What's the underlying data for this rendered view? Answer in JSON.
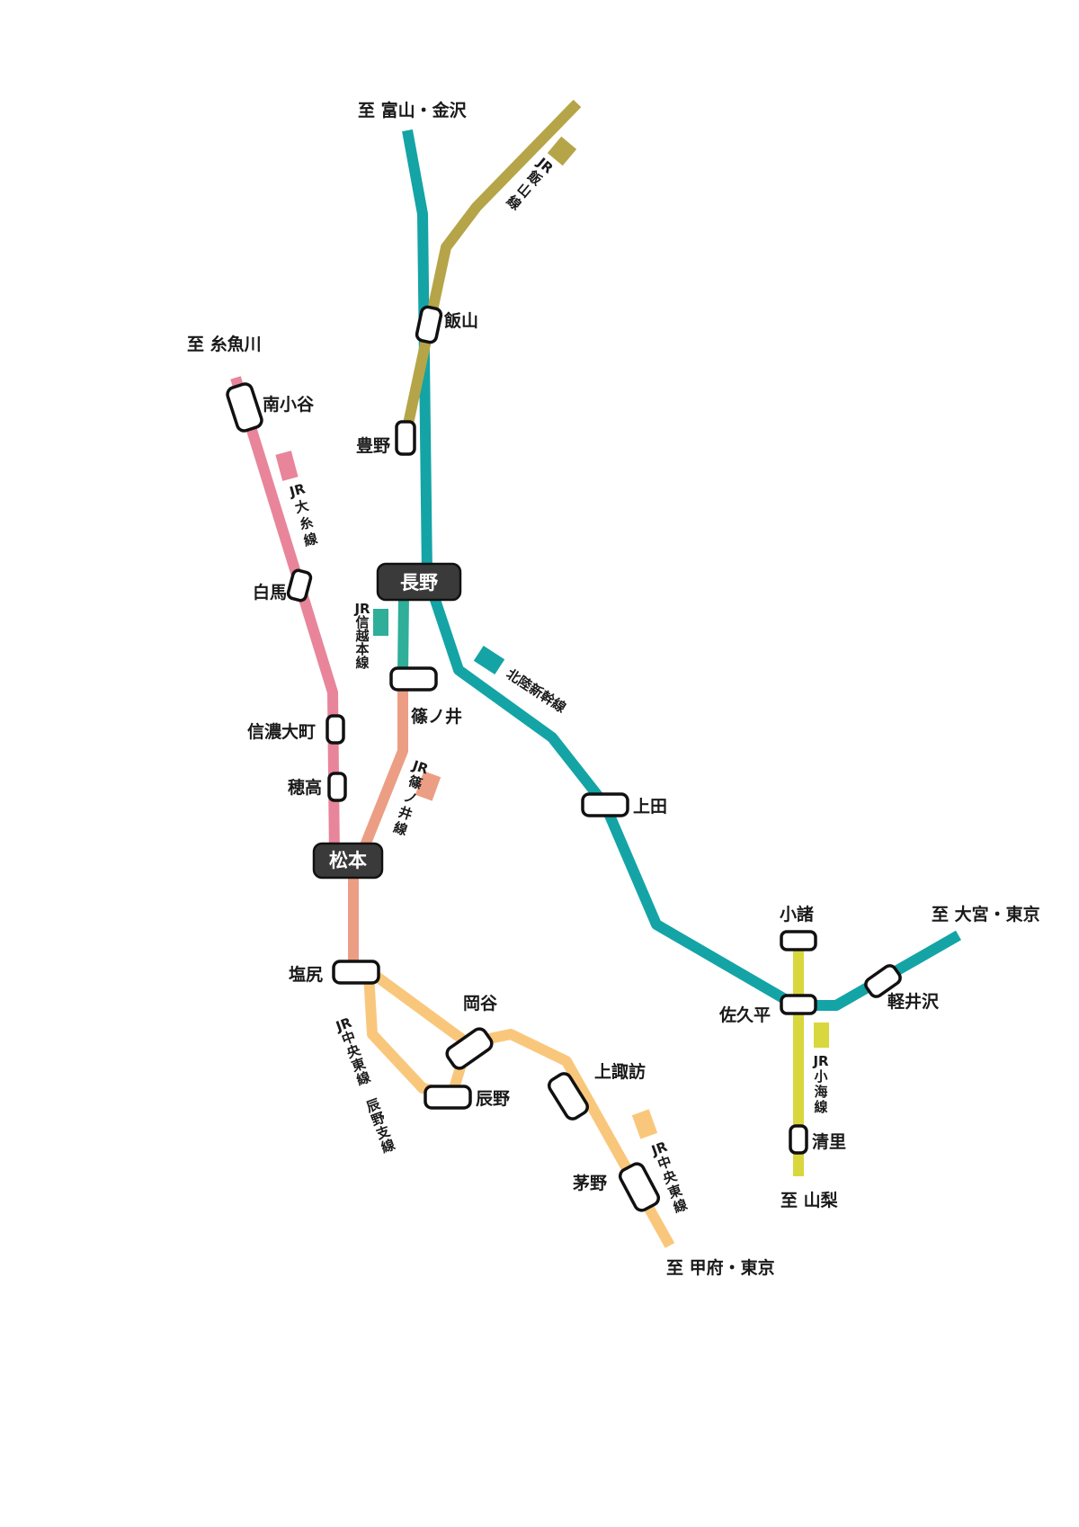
{
  "colors": {
    "hokuriku_shinkansen": "#14a4a6",
    "iiyama_line": "#b5a548",
    "oito_line": "#e8859a",
    "shinonoi_line": "#ec9e84",
    "shinetsu_line": "#2fae99",
    "chuo_east_line": "#f9c77c",
    "koumi_line": "#d9d73e",
    "station_fill": "#ffffff",
    "hub_fill": "#3b3a3b"
  },
  "destinations": {
    "toyama": "至 富山・金沢",
    "itoigawa": "至 糸魚川",
    "omiya": "至 大宮・東京",
    "yamanashi": "至 山梨",
    "kofu": "至 甲府・東京"
  },
  "lines": {
    "iiyama": [
      "JR",
      "飯",
      "山",
      "線"
    ],
    "oito": [
      "JR",
      "大",
      "糸",
      "線"
    ],
    "shinetsu": [
      "JR",
      "信",
      "越",
      "本",
      "線"
    ],
    "hokuriku": "北陸新幹線",
    "shinonoi": [
      "JR",
      "篠",
      "ノ",
      "井",
      "線"
    ],
    "chuo_tatsuno": [
      "JR",
      "中",
      "央",
      "東",
      "線",
      "",
      "辰",
      "野",
      "支",
      "線"
    ],
    "chuo_east": [
      "JR",
      "中",
      "央",
      "東",
      "線"
    ],
    "koumi": [
      "JR",
      "小",
      "海",
      "線"
    ]
  },
  "hubs": {
    "nagano": "長野",
    "matsumoto": "松本"
  },
  "stations": {
    "iiyama": "飯山",
    "toyono": "豊野",
    "minami_otari": "南小谷",
    "hakuba": "白馬",
    "shinano_omachi": "信濃大町",
    "hotaka": "穂高",
    "shinonoi": "篠ノ井",
    "ueda": "上田",
    "komoro": "小諸",
    "sakudaira": "佐久平",
    "karuizawa": "軽井沢",
    "kiyosato": "清里",
    "shiojiri": "塩尻",
    "okaya": "岡谷",
    "tatsuno": "辰野",
    "kamisuwa": "上諏訪",
    "chino": "茅野"
  }
}
